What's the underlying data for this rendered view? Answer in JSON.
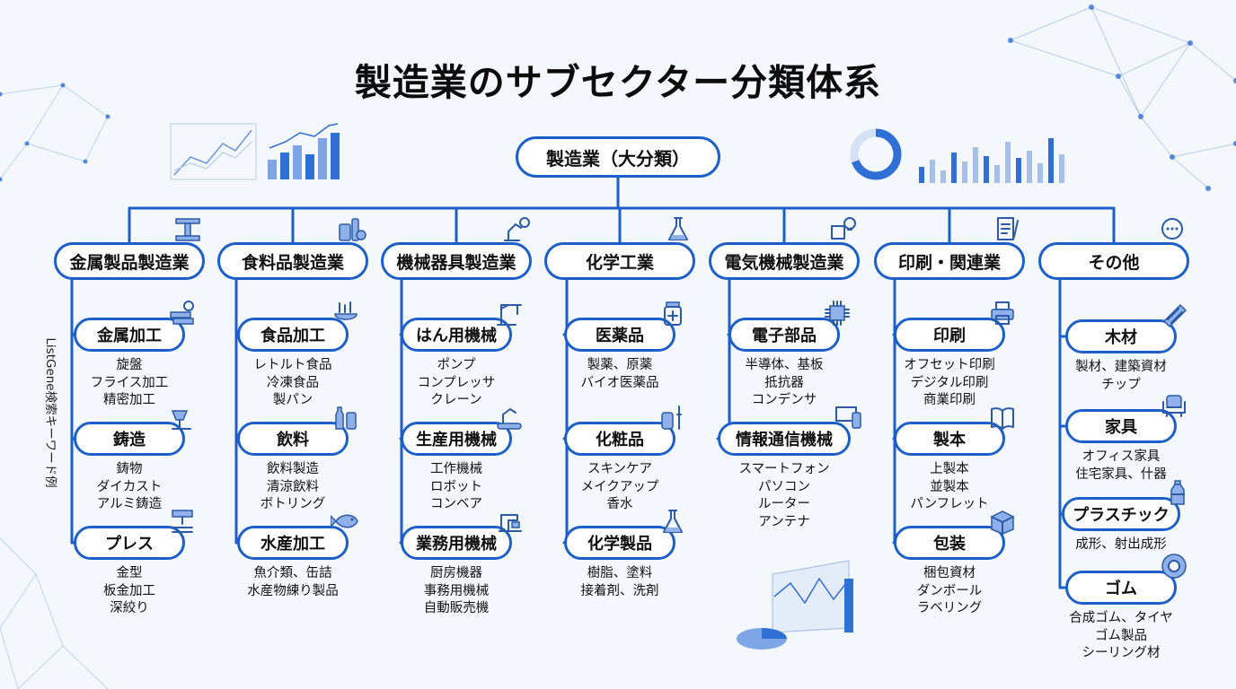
{
  "title": "製造業のサブセクター分類体系",
  "side_label": "ListGene検索キーワード例",
  "root": {
    "label": "製造業（大分類）"
  },
  "categories": [
    {
      "label": "金属製品製造業",
      "icon": "steel-beam-icon",
      "subs": [
        {
          "label": "金属加工",
          "icon": "metal-bars-gear-icon",
          "items": [
            "旋盤",
            "フライス加工",
            "精密加工"
          ]
        },
        {
          "label": "鋳造",
          "icon": "casting-ladle-icon",
          "items": [
            "鋳物",
            "ダイカスト",
            "アルミ鋳造"
          ]
        },
        {
          "label": "プレス",
          "icon": "press-machine-icon",
          "items": [
            "金型",
            "板金加工",
            "深絞り"
          ]
        }
      ]
    },
    {
      "label": "食料品製造業",
      "icon": "food-cans-icon",
      "subs": [
        {
          "label": "食品加工",
          "icon": "food-bowl-icon",
          "items": [
            "レトルト食品",
            "冷凍食品",
            "製パン"
          ]
        },
        {
          "label": "飲料",
          "icon": "bottles-icon",
          "items": [
            "飲料製造",
            "清涼飲料",
            "ボトリング"
          ]
        },
        {
          "label": "水産加工",
          "icon": "fish-icon",
          "items": [
            "魚介類、缶詰",
            "水産物練り製品"
          ]
        }
      ]
    },
    {
      "label": "機械器具製造業",
      "icon": "robot-arm-gear-icon",
      "subs": [
        {
          "label": "はん用機械",
          "icon": "crane-icon",
          "items": [
            "ポンプ",
            "コンプレッサ",
            "クレーン"
          ]
        },
        {
          "label": "生産用機械",
          "icon": "conveyor-robot-icon",
          "items": [
            "工作機械",
            "ロボット",
            "コンベア"
          ]
        },
        {
          "label": "業務用機械",
          "icon": "sewing-machine-icon",
          "items": [
            "厨房機器",
            "事務用機械",
            "自動販売機"
          ]
        }
      ]
    },
    {
      "label": "化学工業",
      "icon": "flask-icon",
      "subs": [
        {
          "label": "医薬品",
          "icon": "medicine-bottle-icon",
          "items": [
            "製薬、原薬",
            "バイオ医薬品"
          ]
        },
        {
          "label": "化粧品",
          "icon": "cosmetics-icon",
          "items": [
            "スキンケア",
            "メイクアップ",
            "香水"
          ]
        },
        {
          "label": "化学製品",
          "icon": "chemical-flask-icon",
          "items": [
            "樹脂、塗料",
            "接着剤、洗剤"
          ]
        }
      ]
    },
    {
      "label": "電気機械製造業",
      "icon": "circuit-bulb-icon",
      "subs": [
        {
          "label": "電子部品",
          "icon": "chip-icon",
          "items": [
            "半導体、基板",
            "抵抗器",
            "コンデンサ"
          ]
        },
        {
          "label": "情報通信機械",
          "icon": "devices-icon",
          "items": [
            "スマートフォン",
            "パソコン",
            "ルーター",
            "アンテナ"
          ]
        }
      ]
    },
    {
      "label": "印刷・関連業",
      "icon": "document-pen-icon",
      "subs": [
        {
          "label": "印刷",
          "icon": "printer-icon",
          "items": [
            "オフセット印刷",
            "デジタル印刷",
            "商業印刷"
          ]
        },
        {
          "label": "製本",
          "icon": "open-book-icon",
          "items": [
            "上製本",
            "並製本",
            "パンフレット"
          ]
        },
        {
          "label": "包装",
          "icon": "box-icon",
          "items": [
            "梱包資材",
            "ダンボール",
            "ラベリング"
          ]
        }
      ]
    },
    {
      "label": "その他",
      "icon": "gear-dots-icon",
      "subs": [
        {
          "label": "木材",
          "icon": "wood-log-icon",
          "items": [
            "製材、建築資材",
            "チップ"
          ]
        },
        {
          "label": "家具",
          "icon": "armchair-icon",
          "items": [
            "オフィス家具",
            "住宅家具、什器"
          ]
        },
        {
          "label": "プラスチック",
          "icon": "plastic-bottle-icon",
          "items": [
            "成形、射出成形"
          ]
        },
        {
          "label": "ゴム",
          "icon": "rubber-tape-icon",
          "items": [
            "合成ゴム、タイヤ",
            "ゴム製品",
            "シーリング材"
          ]
        }
      ]
    }
  ],
  "colors": {
    "accent": "#1d5fc9",
    "icon": "#2a5aa8",
    "icon_light": "#8fb0e8",
    "background": "#f4f7fb"
  }
}
